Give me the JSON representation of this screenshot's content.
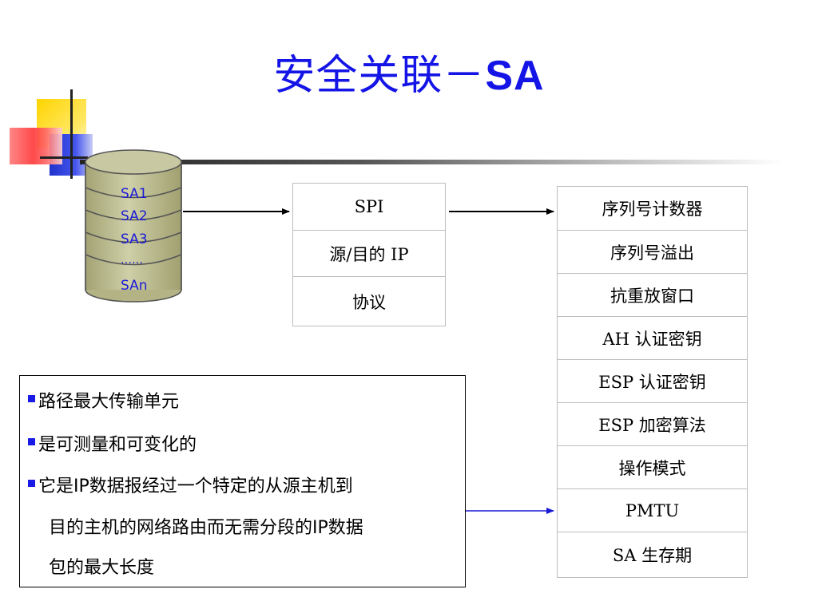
{
  "title": {
    "cn": "安全关联－",
    "en": "SA"
  },
  "database": {
    "items": [
      "SA1",
      "SA2",
      "SA3",
      "……",
      "SAn"
    ]
  },
  "sa_fields": [
    "SPI",
    "源/目的 IP",
    "协议"
  ],
  "sa_params": [
    "序列号计数器",
    "序列号溢出",
    "抗重放窗口",
    "AH 认证密钥",
    "ESP 认证密钥",
    "ESP 加密算法",
    "操作模式",
    "PMTU",
    "SA 生存期"
  ],
  "pmtu_info": {
    "line1": "路径最大传输单元",
    "line2": "是可测量和可变化的",
    "line3": "它是IP数据报经过一个特定的从源主机到",
    "line4": "目的主机的网络路由而无需分段的IP数据",
    "line5": "包的最大长度"
  }
}
